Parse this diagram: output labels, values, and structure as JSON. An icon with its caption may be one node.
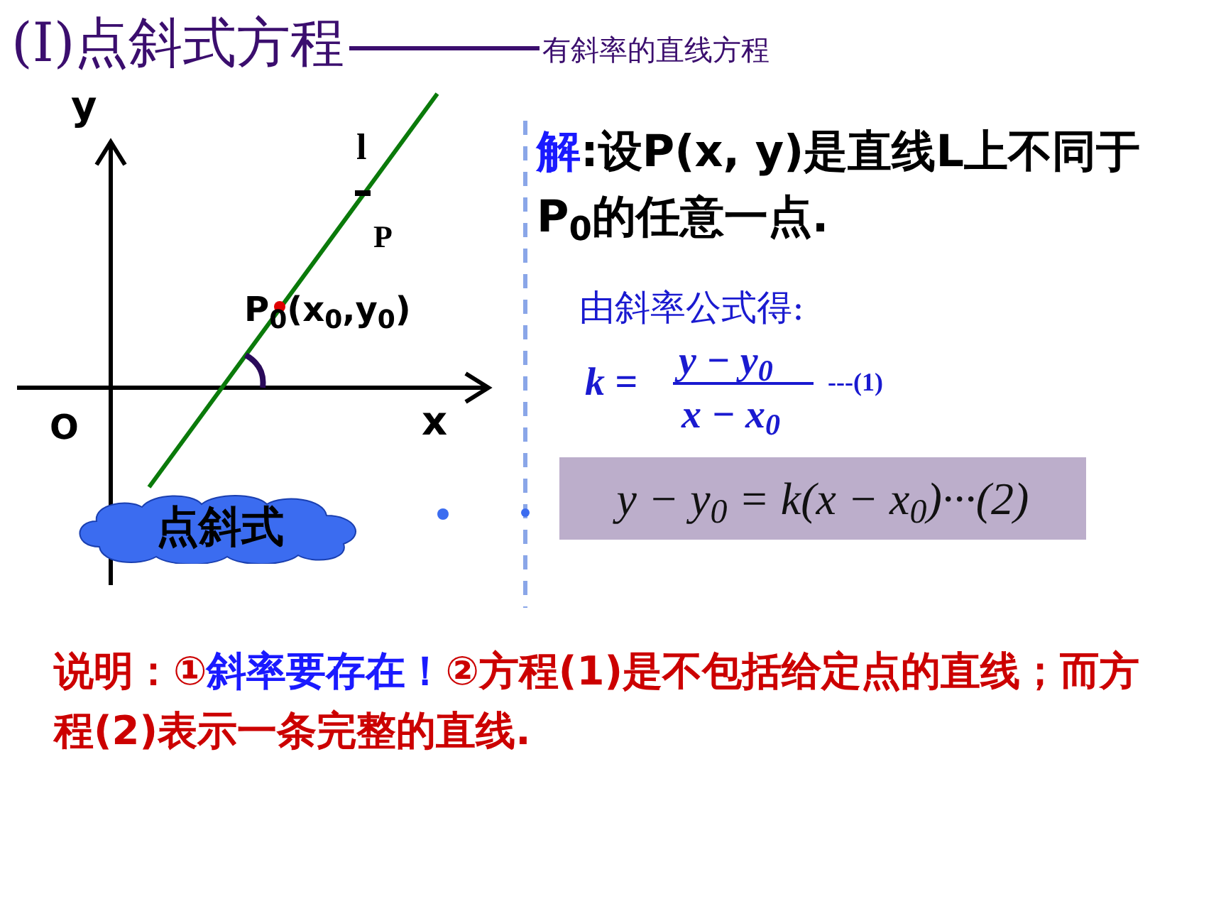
{
  "diagram": {
    "title": "(Ⅰ)点斜式方程",
    "nodes": [
      {
        "text": [
          "点斜式"
        ]
      },
      {
        "text": [
          "y − y$_{0}$ = k(x − x$_{0}$)···(2)"
        ]
      }
    ],
    "labels": [
      "有斜率的直线方程",
      "y",
      "l",
      "P",
      "P$_{0}$(x$_{0}$,y$_{0}$)",
      "x",
      "O",
      "**解**:设P(x, y)是直线L上不同于P$_{0}$的任意一点.",
      "由斜率公式得:",
      "k =",
      "y − y$_{0}$",
      "x − x$_{0}$",
      "---(1)",
      "说明：①**斜率要存在！**②方程(1)是不包括给定点的直线；而方程(2)表示一条完整的直线."
    ]
  }
}
